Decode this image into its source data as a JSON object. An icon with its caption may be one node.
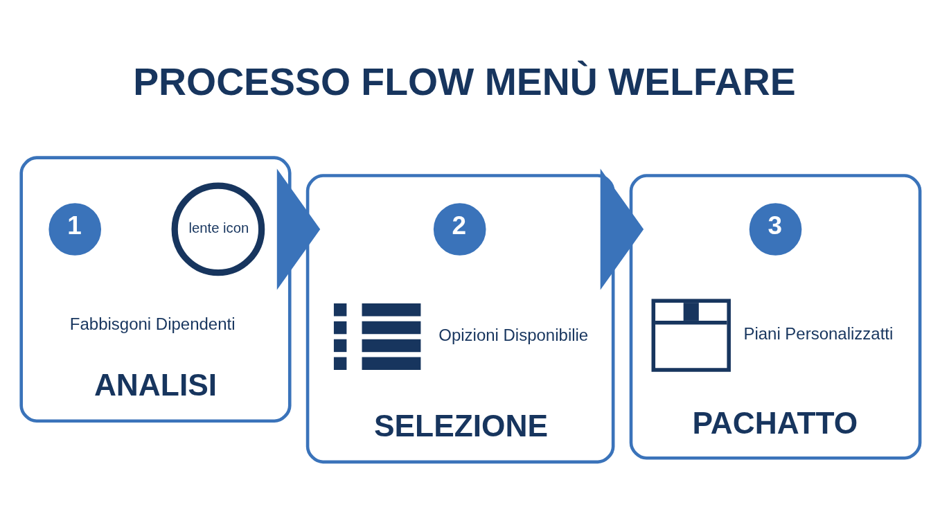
{
  "diagram": {
    "title": "PROCESSO FLOW MENÙ WELFARE",
    "nodes": [
      {
        "text": [
          "Fabbisgoni Dipendenti",
          "ANALISI"
        ]
      },
      {
        "text": [
          "1"
        ],
        "in": 0
      },
      {
        "text": [
          "lente icon"
        ],
        "in": 0
      },
      {
        "text": [
          "Opizioni Disponibilie",
          "SELEZIONE"
        ]
      },
      {
        "text": [
          "2"
        ],
        "in": 3
      },
      {
        "text": [
          "Piani Personalizzatti",
          "PACHATTO"
        ]
      },
      {
        "text": [
          "3"
        ],
        "in": 5
      }
    ],
    "edges": [
      {
        "from": 0,
        "to": 3,
        "arrow": "to",
        "style": "thick"
      },
      {
        "from": 3,
        "to": 5,
        "arrow": "to",
        "style": "thick"
      }
    ]
  }
}
